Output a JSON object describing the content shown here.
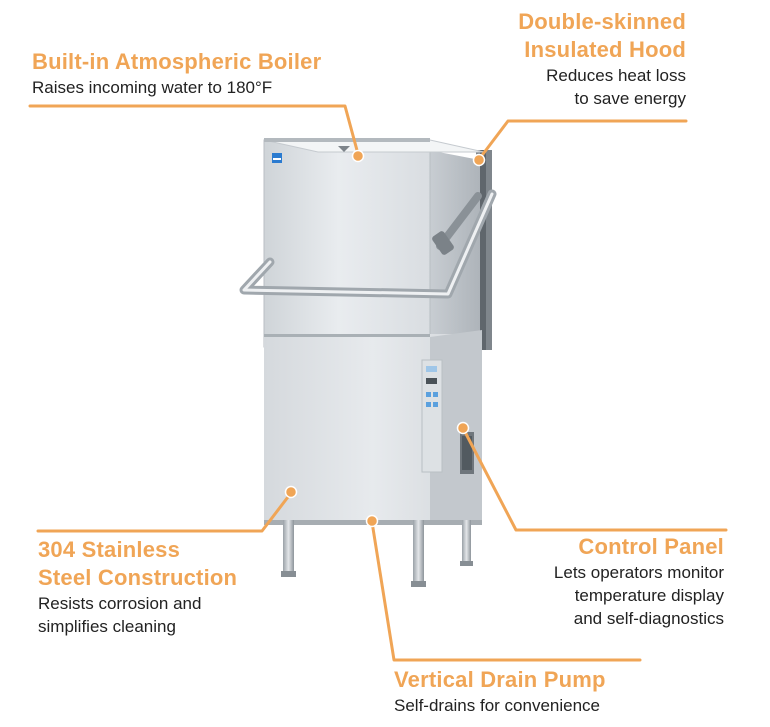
{
  "colors": {
    "accent": "#f0a556",
    "text": "#222222",
    "steel_light": "#e6e9ec",
    "steel_mid": "#cdd2d6",
    "steel_dark": "#9ea5ab"
  },
  "callouts": {
    "boiler": {
      "title": "Built-in Atmospheric Boiler",
      "desc": [
        "Raises incoming water to 180°F"
      ]
    },
    "hood": {
      "title": [
        "Double-skinned",
        "Insulated Hood"
      ],
      "desc": [
        "Reduces heat loss",
        "to save energy"
      ]
    },
    "steel": {
      "title": [
        "304 Stainless",
        "Steel Construction"
      ],
      "desc": [
        "Resists corrosion and",
        "simplifies cleaning"
      ]
    },
    "control": {
      "title": "Control Panel",
      "desc": [
        "Lets operators monitor",
        "temperature display",
        "and self-diagnostics"
      ]
    },
    "pump": {
      "title": "Vertical Drain Pump",
      "desc": [
        "Self-drains for convenience"
      ]
    }
  }
}
